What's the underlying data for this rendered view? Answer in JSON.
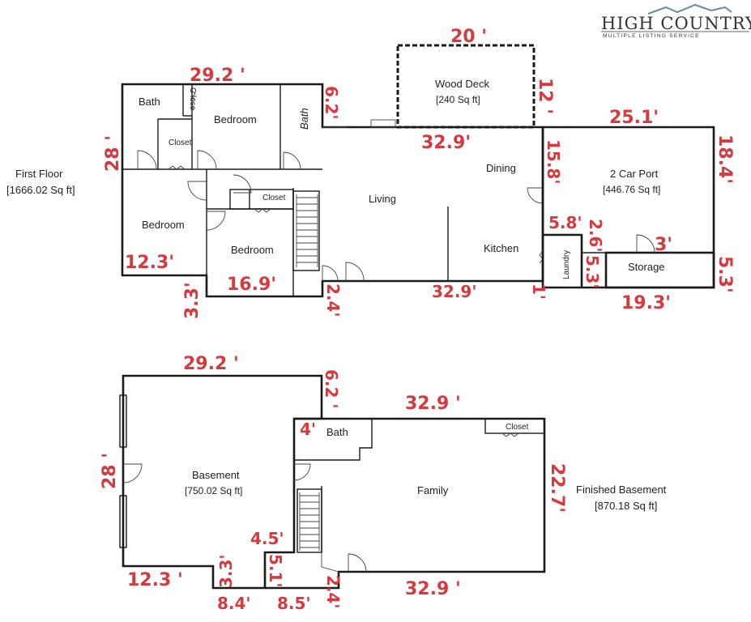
{
  "logo": {
    "name": "HIGH COUNTRY",
    "tagline": "MULTIPLE LISTING SERVICE"
  },
  "colors": {
    "dimension": "#d63a3f",
    "wall": "#1a1a1a",
    "text": "#222222"
  },
  "first_floor": {
    "label": "First Floor",
    "area": "[1666.02 Sq ft]",
    "rooms": {
      "bath_left": "Bath",
      "closet_small": "C lose",
      "bedroom_top": "Bedroom",
      "bath_right": "Bath",
      "closet_mid": "Closet",
      "bedroom_left": "Bedroom",
      "closet_upper": "Closet",
      "bedroom_center": "Bedroom",
      "living": "Living",
      "dining": "Dining",
      "kitchen": "Kitchen",
      "laundry": "Laundry",
      "wood_deck": "Wood  Deck",
      "wood_deck_area": "[240 Sq ft]",
      "carport": "2 Car Port",
      "carport_area": "[446.76 Sq ft]",
      "storage": "Storage"
    },
    "dimensions": {
      "top_width": "29.2 '",
      "notch_top": "6.2'",
      "deck_width": "20 '",
      "deck_depth": "12 '",
      "living_top": "32.9'",
      "carport_top": "25.1'",
      "carport_right": "18.4'",
      "left_depth": "28 '",
      "dining_side": "15.8'",
      "carport_inner_a": "5.8'",
      "carport_inner_b": "2.6'",
      "storage_door": "3'",
      "storage_right": "5.3'",
      "laundry_side": "5.3'",
      "bedroom_left_w": "12.3'",
      "bedroom_center_w": "16.9'",
      "step_left": "3.3'",
      "step_mid": "2.4'",
      "bottom_width": "32.9'",
      "bottom_step": "1'",
      "storage_width": "19.3'"
    }
  },
  "basement": {
    "rooms": {
      "basement": "Basement",
      "basement_area": "[750.02 Sq ft]",
      "bath": "Bath",
      "closet": "Closet",
      "family": "Family"
    },
    "finished_label": "Finished Basement",
    "finished_area": "[870.18 Sq ft]",
    "dimensions": {
      "top_width": "29.2 '",
      "notch": "6.2 '",
      "family_top": "32.9 '",
      "bath_offset": "4'",
      "left_depth": "28 '",
      "family_right": "22.7'",
      "stair_offset": "4.5'",
      "stair_drop": "5.1'",
      "step_left": "3.3'",
      "bottom_left": "12.3 '",
      "bottom_a": "8.4'",
      "bottom_b": "8.5'",
      "step_right": "2.4'",
      "bottom_width": "32.9 '"
    }
  }
}
